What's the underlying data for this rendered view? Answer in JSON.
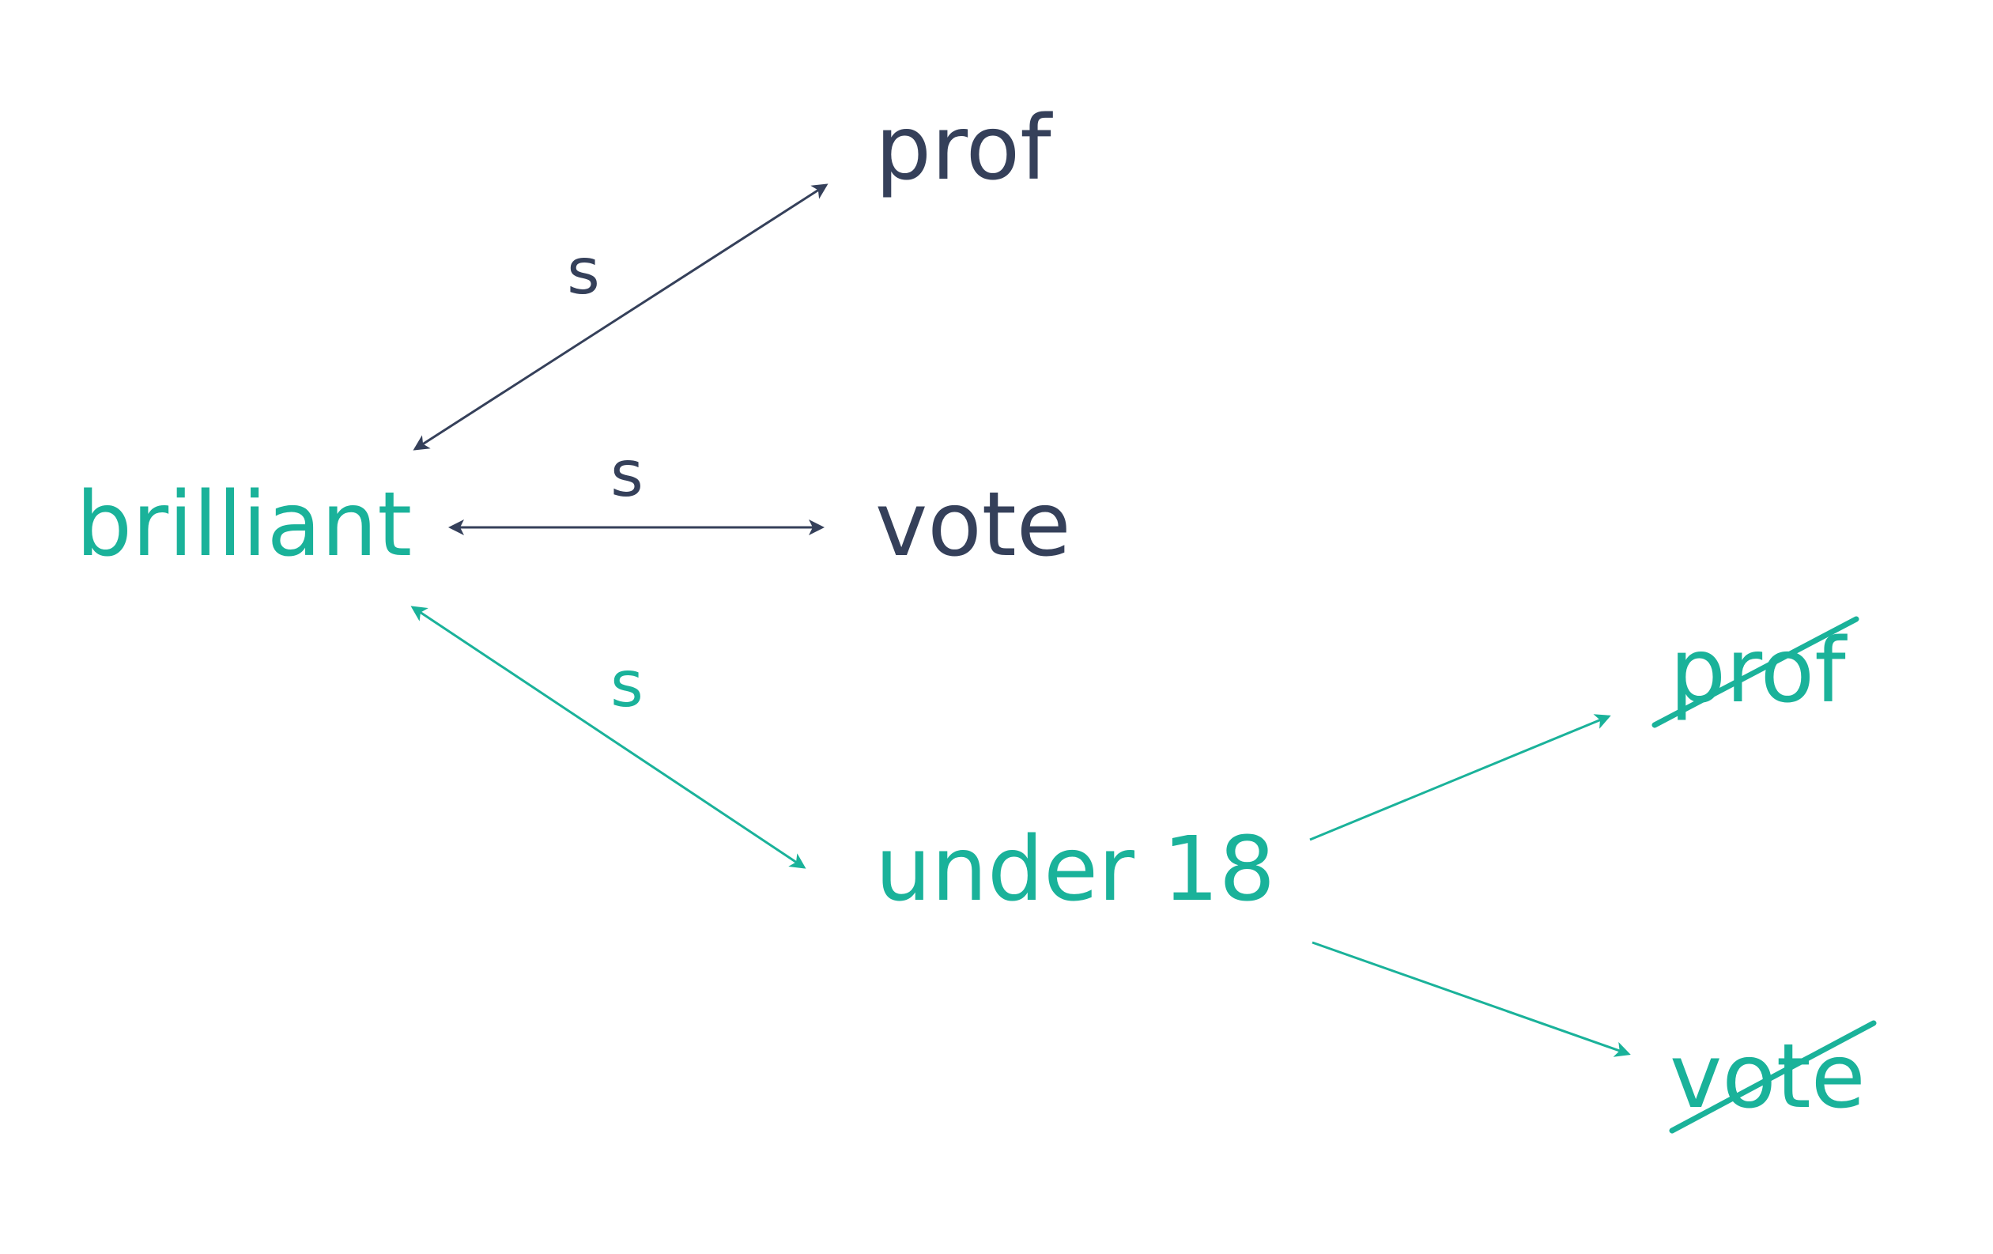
{
  "colors": {
    "dark": "#35405a",
    "teal": "#1ab29a",
    "background": "#ffffff"
  },
  "nodes": {
    "brilliant": "brilliant",
    "prof_top": "prof",
    "vote_mid": "vote",
    "under18": "under 18",
    "prof_crossed": "prof",
    "vote_crossed": "vote"
  },
  "edge_labels": {
    "brilliant_prof": "s",
    "brilliant_vote": "s",
    "brilliant_under18": "s"
  },
  "edges": [
    {
      "from": "brilliant",
      "to": "prof",
      "direction": "both",
      "label": "s"
    },
    {
      "from": "brilliant",
      "to": "vote",
      "direction": "both",
      "label": "s"
    },
    {
      "from": "brilliant",
      "to": "under 18",
      "direction": "both",
      "label": "s"
    },
    {
      "from": "under 18",
      "to": "prof",
      "direction": "forward",
      "crossed_out": true
    },
    {
      "from": "under 18",
      "to": "vote",
      "direction": "forward",
      "crossed_out": true
    }
  ]
}
